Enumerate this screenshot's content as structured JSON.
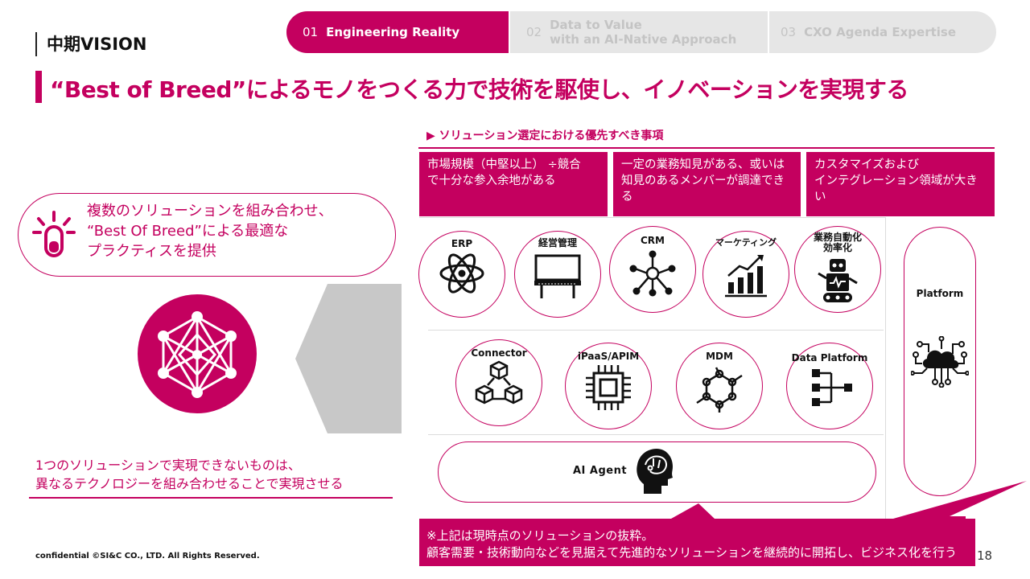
{
  "header": {
    "section_label": "中期VISION",
    "tabs": [
      {
        "num": "01",
        "label": "Engineering Reality",
        "active": true
      },
      {
        "num": "02",
        "label_line1": "Data to Value",
        "label_line2": "with an AI-Native Approach",
        "active": false
      },
      {
        "num": "03",
        "label": "CXO Agenda Expertise",
        "active": false
      }
    ]
  },
  "title": "“Best of Breed”によるモノをつくる力で技術を駆使し、イノベーションを実現する",
  "left": {
    "pill_text": [
      "複数のソリューションを組み合わせ、",
      "“Best Of Breed”による最適な",
      "プラクティスを提供"
    ],
    "note": [
      "1つのソリューションで実現できないものは、",
      "異なるテクノロジーを組み合わせることで実現させる"
    ]
  },
  "right": {
    "sub_heading": "▶ ソリューション選定における優先すべき事項",
    "boxes": [
      [
        "市場規模（中堅以上） ÷競合",
        "で十分な参入余地がある"
      ],
      [
        "一定の業務知見がある、或いは",
        "知見のあるメンバーが調達できる"
      ],
      [
        "カスタマイズおよび",
        "インテグレーション領域が大きい"
      ]
    ],
    "row1": [
      {
        "label": "ERP",
        "icon": "atom-icon"
      },
      {
        "label": "経営管理",
        "icon": "billboard-icon"
      },
      {
        "label": "CRM",
        "icon": "network-hub-icon"
      },
      {
        "label": "マーケティング",
        "icon": "growth-chart-icon"
      },
      {
        "label_line1": "業務自動化",
        "label_line2": "効率化",
        "icon": "robot-icon"
      }
    ],
    "row2": [
      {
        "label": "Connector",
        "icon": "cubes-icon"
      },
      {
        "label": "iPaaS/APIM",
        "icon": "chip-icon"
      },
      {
        "label": "MDM",
        "icon": "molecule-icon"
      },
      {
        "label": "Data Platform",
        "icon": "hierarchy-icon"
      }
    ],
    "agent_label": "AI Agent",
    "platform_label": "Platform",
    "callout": [
      "※上記は現時点のソリューションの抜粋。",
      "顧客需要・技術動向などを見据えて先進的なソリューションを継続的に開拓し、ビジネス化を行う"
    ]
  },
  "footer": "confidential ©SI&C CO., LTD. All Rights Reserved.",
  "page_number": "18",
  "colors": {
    "accent": "#c4005f",
    "tab_inactive": "#e6e6e6",
    "arrow_gray": "#c8c8c8"
  }
}
